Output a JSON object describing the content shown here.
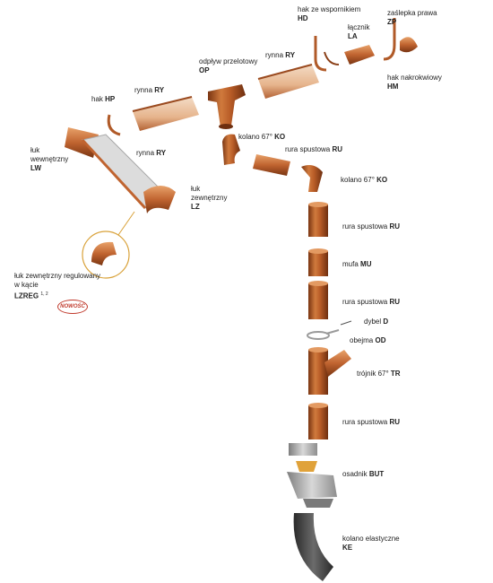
{
  "labels": {
    "hak_ze_wspornikiem": {
      "text": "hak ze wspornikiem",
      "code": "HD"
    },
    "lacznik": {
      "text": "łącznik",
      "code": "LA"
    },
    "zaslepka": {
      "text": "zaślepka prawa",
      "code": "ZP"
    },
    "rynna_top": {
      "text": "rynna",
      "code": "RY"
    },
    "odplyw": {
      "text": "odpływ przelotowy",
      "code": "OP"
    },
    "hak_nakrokwiowy": {
      "text": "hak nakrokwiowy",
      "code": "HM"
    },
    "hak_hp": {
      "text": "hak",
      "code": "HP"
    },
    "rynna_mid": {
      "text": "rynna",
      "code": "RY"
    },
    "kolano_67_top": {
      "text": "kolano 67°",
      "code": "KO"
    },
    "rura_top": {
      "text": "rura spustowa",
      "code": "RU"
    },
    "luk_wewn": {
      "text": "łuk wewnętrzny",
      "code": "LW"
    },
    "rynna_low": {
      "text": "rynna",
      "code": "RY"
    },
    "kolano_67_right": {
      "text": "kolano 67°",
      "code": "KO"
    },
    "luk_zewn": {
      "text": "łuk zewnętrzny",
      "code": "LZ"
    },
    "rura_2": {
      "text": "rura spustowa",
      "code": "RU"
    },
    "mufa": {
      "text": "mufa",
      "code": "MU"
    },
    "luk_reg": {
      "text": "łuk zewnętrzny regulowany w kącie",
      "code": "LZREG",
      "sup": "1, 2"
    },
    "rura_3": {
      "text": "rura spustowa",
      "code": "RU"
    },
    "dybel": {
      "text": "dybel",
      "code": "D"
    },
    "obejma": {
      "text": "obejma",
      "code": "OD"
    },
    "trojnik": {
      "text": "trójnik 67°",
      "code": "TR"
    },
    "rura_4": {
      "text": "rura spustowa",
      "code": "RU"
    },
    "osadnik": {
      "text": "osadnik",
      "code": "BUT"
    },
    "kolano_elast": {
      "text": "kolano elastyczne",
      "code": "KE"
    }
  },
  "badge": "NOWOŚĆ",
  "colors": {
    "copper_dark": "#8a3f17",
    "copper_mid": "#c2652f",
    "copper_light": "#e39a62",
    "gold_callout": "#d9a23a",
    "grey_part": "#9a9a9a",
    "badge_red": "#c0392b"
  }
}
